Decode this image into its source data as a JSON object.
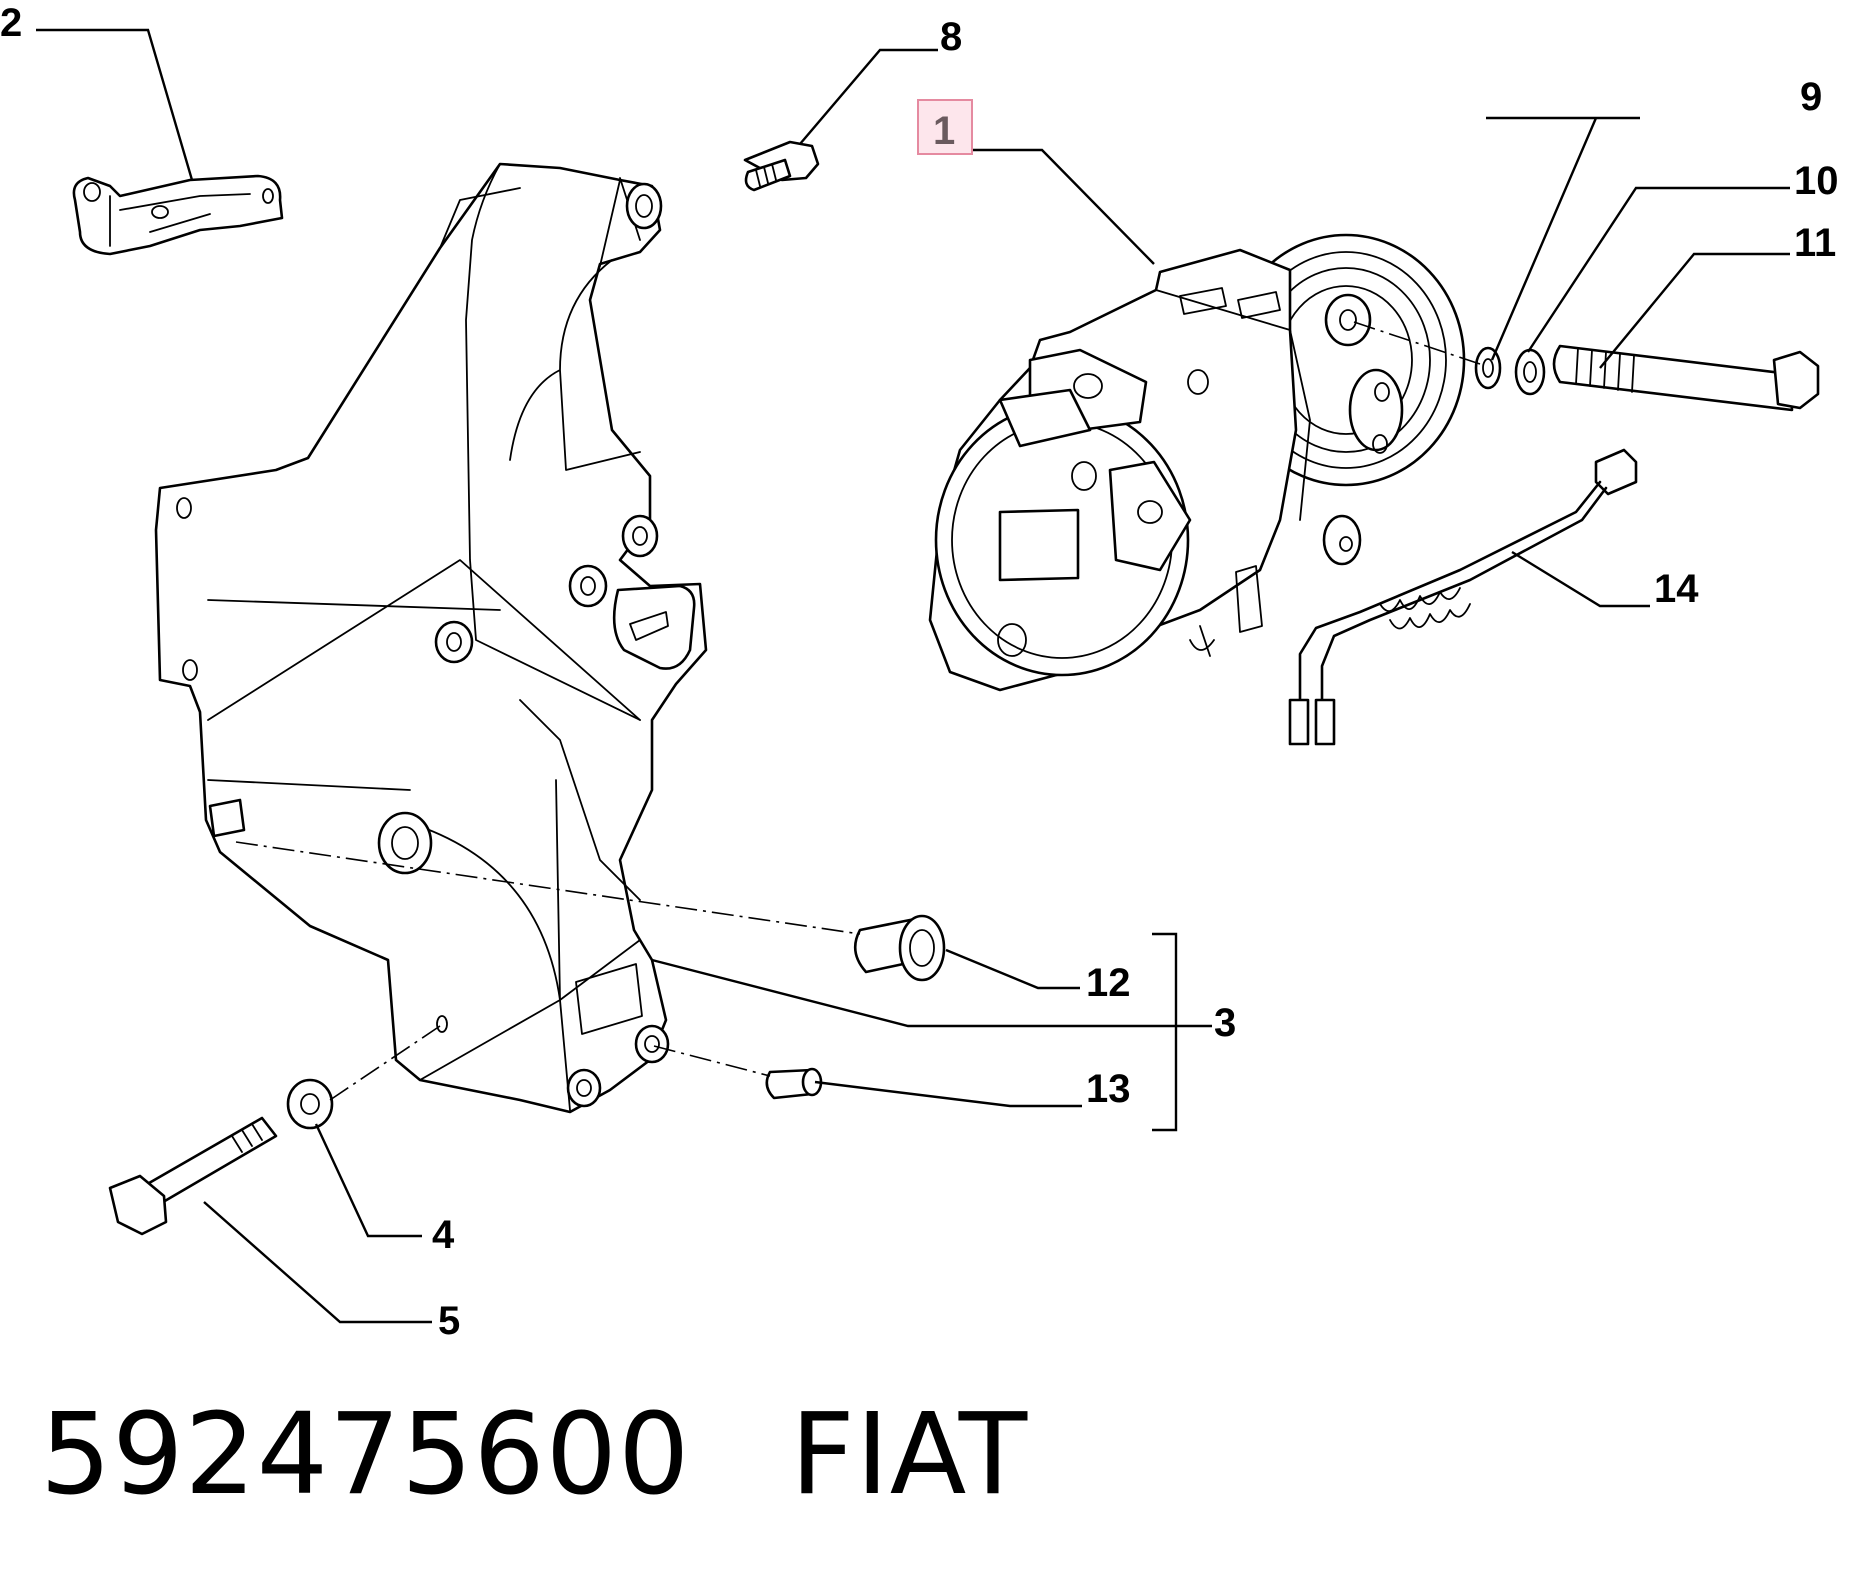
{
  "callouts": {
    "c1": "1",
    "c2": "2",
    "c3": "3",
    "c4": "4",
    "c5": "5",
    "c8": "8",
    "c9": "9",
    "c10": "10",
    "c11": "11",
    "c12": "12",
    "c13": "13",
    "c14": "14"
  },
  "highlighted_callout": "1",
  "footer": {
    "part_number": "592475600",
    "brand": "FIAT"
  },
  "colors": {
    "highlight_fill": "#fde6ec",
    "highlight_border": "#e58aa0"
  }
}
